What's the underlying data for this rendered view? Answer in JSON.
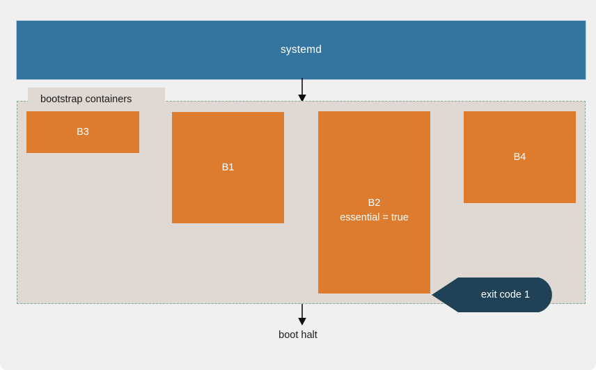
{
  "diagram": {
    "title_node": {
      "label": "systemd",
      "color": "#33759e",
      "text_color": "#ffffff"
    },
    "group": {
      "label": "bootstrap containers",
      "fill": "#e0d8d3",
      "border_style": "dashed",
      "border_color": "#7fab9c"
    },
    "containers": [
      {
        "id": "b3",
        "label": "B3",
        "color": "#dd7b2f"
      },
      {
        "id": "b1",
        "label": "B1",
        "color": "#dd7b2f"
      },
      {
        "id": "b2",
        "label": "B2\nessential = true",
        "color": "#dd7b2f"
      },
      {
        "id": "b4",
        "label": "B4",
        "color": "#dd7b2f"
      }
    ],
    "callout": {
      "label": "exit code 1",
      "color": "#1f4257",
      "text_color": "#ffffff"
    },
    "outcome": {
      "label": "boot halt"
    },
    "connectors": [
      {
        "name": "systemd-to-group",
        "style": "solid-arrow",
        "color": "#0f0f0f"
      },
      {
        "name": "group-to-boot-halt",
        "style": "solid-arrow",
        "color": "#0f0f0f"
      }
    ],
    "colors": {
      "background": "#f0f0f0",
      "accent_blue": "#33759e",
      "accent_orange": "#dd7b2f",
      "group_fill": "#e0d8d3",
      "callout_navy": "#1f4257",
      "dash_green": "#7fab9c"
    }
  }
}
